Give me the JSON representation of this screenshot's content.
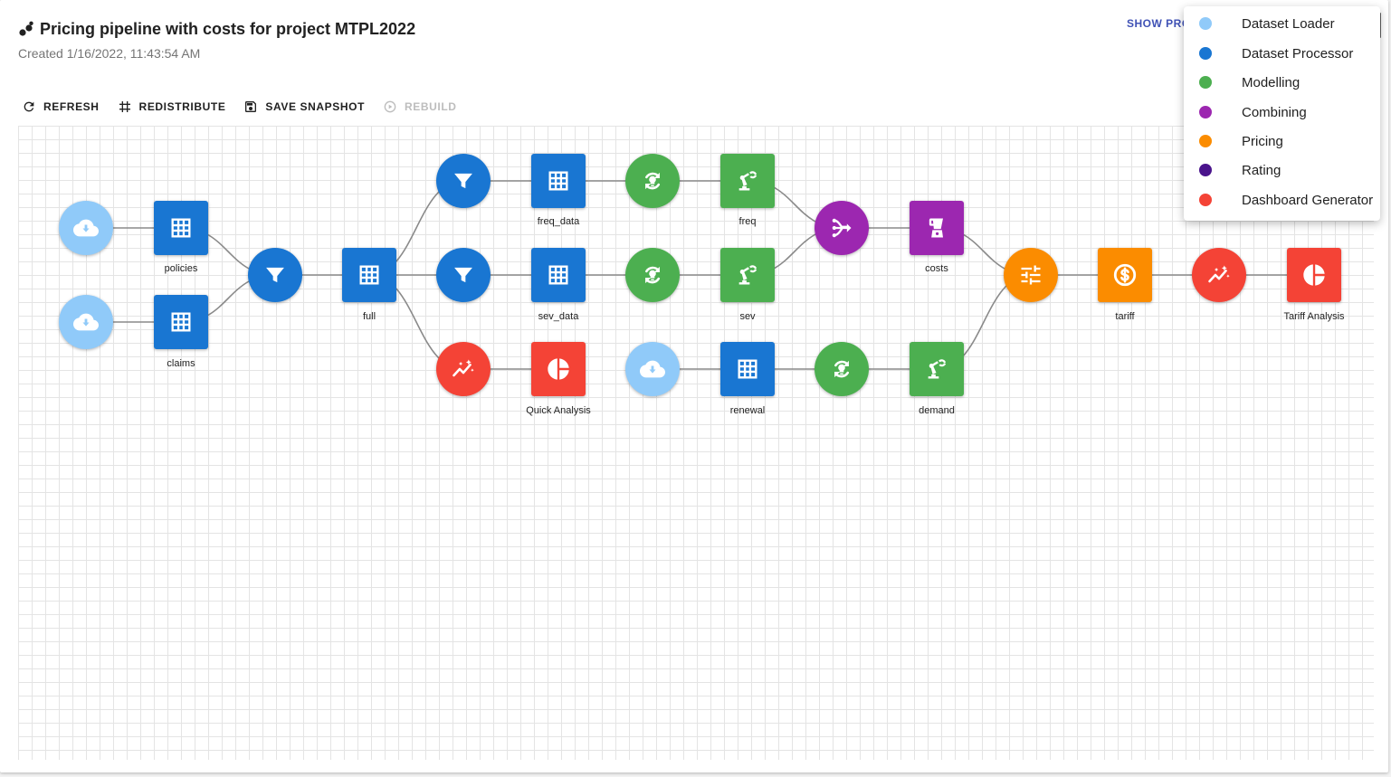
{
  "header": {
    "title": "Pricing pipeline with costs for project MTPL2022",
    "subtitle": "Created 1/16/2022, 11:43:54 AM",
    "show_link": "SHOW PRO"
  },
  "toolbar": {
    "refresh": "REFRESH",
    "redistribute": "REDISTRIBUTE",
    "save_snapshot": "SAVE SNAPSHOT",
    "rebuild": "REBUILD"
  },
  "colors": {
    "dataset_loader": "#90caf9",
    "dataset_processor": "#1976d2",
    "modelling": "#4caf50",
    "combining": "#9c27b0",
    "pricing": "#fb8c00",
    "rating": "#4a148c",
    "dashboard_generator": "#f44336"
  },
  "legend": [
    {
      "label": "Dataset Loader",
      "color": "#90caf9"
    },
    {
      "label": "Dataset Processor",
      "color": "#1976d2"
    },
    {
      "label": "Modelling",
      "color": "#4caf50"
    },
    {
      "label": "Combining",
      "color": "#9c27b0"
    },
    {
      "label": "Pricing",
      "color": "#fb8c00"
    },
    {
      "label": "Rating",
      "color": "#4a148c"
    },
    {
      "label": "Dashboard Generator",
      "color": "#f44336"
    }
  ],
  "nodes": {
    "loader1": {
      "icon": "cloud-download-icon"
    },
    "loader2": {
      "icon": "cloud-download-icon"
    },
    "policies": {
      "label": "policies",
      "icon": "table-icon"
    },
    "claims": {
      "label": "claims",
      "icon": "table-icon"
    },
    "filter_merge": {
      "icon": "filter-icon"
    },
    "full": {
      "label": "full",
      "icon": "table-icon"
    },
    "filter_freq": {
      "icon": "filter-icon"
    },
    "filter_sev": {
      "icon": "filter-icon"
    },
    "quick_chart": {
      "icon": "trend-chart-icon"
    },
    "freq_data": {
      "label": "freq_data",
      "icon": "table-icon"
    },
    "sev_data": {
      "label": "sev_data",
      "icon": "table-icon"
    },
    "quick_analysis": {
      "label": "Quick Analysis",
      "icon": "pie-chart-icon"
    },
    "train_freq": {
      "icon": "model-training-icon"
    },
    "train_sev": {
      "icon": "model-training-icon"
    },
    "loader_renewal": {
      "icon": "cloud-download-icon"
    },
    "freq": {
      "label": "freq",
      "icon": "robot-arm-icon"
    },
    "sev": {
      "label": "sev",
      "icon": "robot-arm-icon"
    },
    "renewal": {
      "label": "renewal",
      "icon": "table-icon"
    },
    "combine": {
      "icon": "merge-icon"
    },
    "train_demand": {
      "icon": "model-training-icon"
    },
    "costs": {
      "label": "costs",
      "icon": "blender-icon"
    },
    "demand": {
      "label": "demand",
      "icon": "robot-arm-icon"
    },
    "pricing": {
      "icon": "tune-icon"
    },
    "tariff": {
      "label": "tariff",
      "icon": "dollar-icon"
    },
    "tariff_chart": {
      "icon": "trend-chart-icon"
    },
    "tariff_analysis": {
      "label": "Tariff Analysis",
      "icon": "pie-chart-icon"
    }
  }
}
